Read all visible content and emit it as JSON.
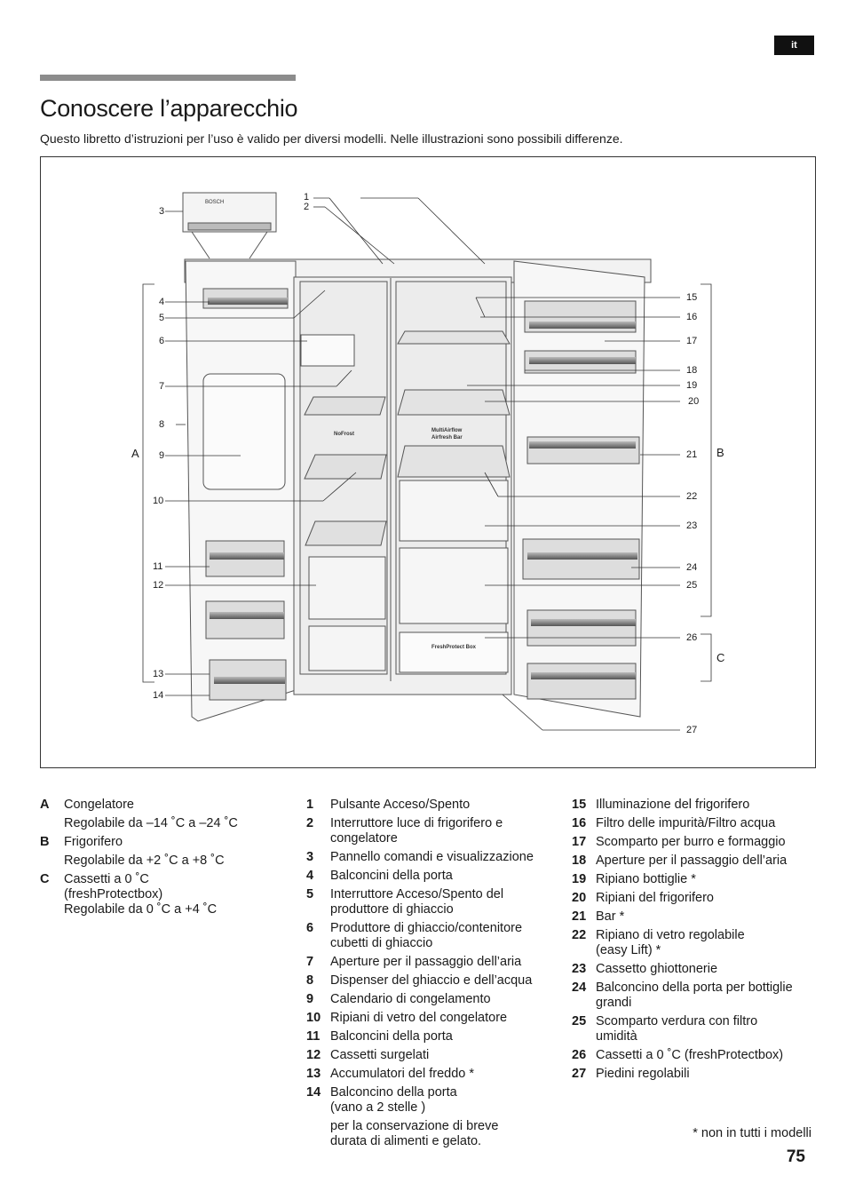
{
  "lang": "it",
  "title": "Conoscere l’apparecchio",
  "intro": "Questo libretto d’istruzioni per l’uso è valido per diversi modelli. Nelle illustrazioni sono possibili differenze.",
  "figure": {
    "callouts": [
      "1",
      "2",
      "3",
      "4",
      "5",
      "6",
      "7",
      "8",
      "9",
      "10",
      "11",
      "12",
      "13",
      "14",
      "15",
      "16",
      "17",
      "18",
      "19",
      "20",
      "21",
      "22",
      "23",
      "24",
      "25",
      "26",
      "27"
    ],
    "sections": [
      "A",
      "B",
      "C"
    ],
    "panel_brand": "BOSCH",
    "labels": {
      "nofrost": "NoFrost",
      "multiairflow": "MultiAirflow",
      "airfresh": "Airfresh Bar",
      "freshprotect": "FreshProtect Box"
    }
  },
  "legend": {
    "sections": [
      {
        "key": "A",
        "name": "Congelatore",
        "detail": [
          "Regolabile da –14 ˚C a –24 ˚C"
        ]
      },
      {
        "key": "B",
        "name": "Frigorifero",
        "detail": [
          "Regolabile da +2 ˚C a +8 ˚C"
        ]
      },
      {
        "key": "C",
        "name": "Cassetti a 0 ˚C (freshProtectbox)",
        "detail": [
          "Regolabile da 0 ˚C a +4 ˚C"
        ]
      }
    ],
    "items_col2": [
      {
        "key": "1",
        "text": "Pulsante Acceso/Spento"
      },
      {
        "key": "2",
        "text": "Interruttore luce di frigorifero e congelatore"
      },
      {
        "key": "3",
        "text": "Pannello comandi e visualizzazione"
      },
      {
        "key": "4",
        "text": "Balconcini della porta"
      },
      {
        "key": "5",
        "text": "Interruttore Acceso/Spento del produttore di ghiaccio"
      },
      {
        "key": "6",
        "text": "Produttore di ghiaccio/contenitore cubetti di ghiaccio"
      },
      {
        "key": "7",
        "text": "Aperture per il passaggio dell’aria"
      },
      {
        "key": "8",
        "text": "Dispenser del ghiaccio e dell’acqua"
      },
      {
        "key": "9",
        "text": "Calendario di congelamento"
      },
      {
        "key": "10",
        "text": "Ripiani di vetro del congelatore"
      },
      {
        "key": "11",
        "text": "Balconcini della porta"
      },
      {
        "key": "12",
        "text": "Cassetti surgelati"
      },
      {
        "key": "13",
        "text": "Accumulatori del freddo *"
      },
      {
        "key": "14",
        "text": "Balconcino della porta (vano a 2 stelle )"
      }
    ],
    "item14_note": "per la conservazione di breve durata di alimenti e gelato.",
    "items_col3": [
      {
        "key": "15",
        "text": "Illuminazione del frigorifero"
      },
      {
        "key": "16",
        "text": "Filtro delle impurità/Filtro acqua"
      },
      {
        "key": "17",
        "text": "Scomparto per burro e formaggio"
      },
      {
        "key": "18",
        "text": "Aperture per il passaggio dell’aria"
      },
      {
        "key": "19",
        "text": "Ripiano bottiglie *"
      },
      {
        "key": "20",
        "text": "Ripiani del frigorifero"
      },
      {
        "key": "21",
        "text": "Bar *"
      },
      {
        "key": "22",
        "text": "Ripiano di vetro regolabile (easy Lift) *"
      },
      {
        "key": "23",
        "text": "Cassetto ghiottonerie"
      },
      {
        "key": "24",
        "text": "Balconcino della porta per bottiglie grandi"
      },
      {
        "key": "25",
        "text": "Scomparto verdura con filtro umidità"
      },
      {
        "key": "26",
        "text": "Cassetti a 0 ˚C (freshProtectbox)"
      },
      {
        "key": "27",
        "text": "Piedini regolabili"
      }
    ]
  },
  "footnote": "* non in tutti i modelli",
  "page_number": "75"
}
